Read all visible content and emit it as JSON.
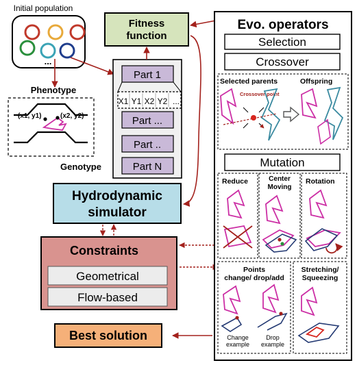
{
  "population": {
    "title": "Initial population",
    "ellipsis": "...",
    "circle_colors": [
      "#c0392b",
      "#e8a93a",
      "#2a8f3c",
      "#3aa3b5",
      "#1f3d8c"
    ]
  },
  "phenotype": {
    "title": "Phenotype",
    "point1": "(x1, y1)",
    "point2": "(x2, y2)"
  },
  "genotype": {
    "title": "Genotype",
    "parts": [
      "Part 1",
      "Part ...",
      "Part ..",
      "Part N"
    ],
    "coords": [
      "X1",
      "Y1",
      "X2",
      "Y2",
      "..."
    ]
  },
  "fitness": {
    "line1": "Fitness",
    "line2": "function"
  },
  "simulator": {
    "line1": "Hydrodynamic",
    "line2": "simulator"
  },
  "constraints": {
    "title": "Constraints",
    "items": [
      "Geometrical",
      "Flow-based"
    ]
  },
  "best": {
    "label": "Best solution"
  },
  "evo": {
    "title": "Evo. operators",
    "selection": "Selection",
    "crossover": "Crossover",
    "selected_parents": "Selected parents",
    "offspring": "Offspring",
    "crossover_point": "Crossover point",
    "mutation": "Mutation",
    "reduce": "Reduce",
    "center_moving": "Center Moving",
    "rotation": "Rotation",
    "points_change": "Points change/ drop/add",
    "stretching": "Stretching/ Squeezing",
    "change_example": "Change example",
    "drop_example": "Drop example"
  },
  "colors": {
    "fitness_fill": "#d6e4bc",
    "simulator_fill": "#b7dde8",
    "constraints_fill": "#d9938f",
    "best_fill": "#f5b079",
    "arrow_red": "#a3211c",
    "magenta": "#cc2fa5",
    "teal": "#3a8aa0",
    "navy": "#243a73"
  }
}
